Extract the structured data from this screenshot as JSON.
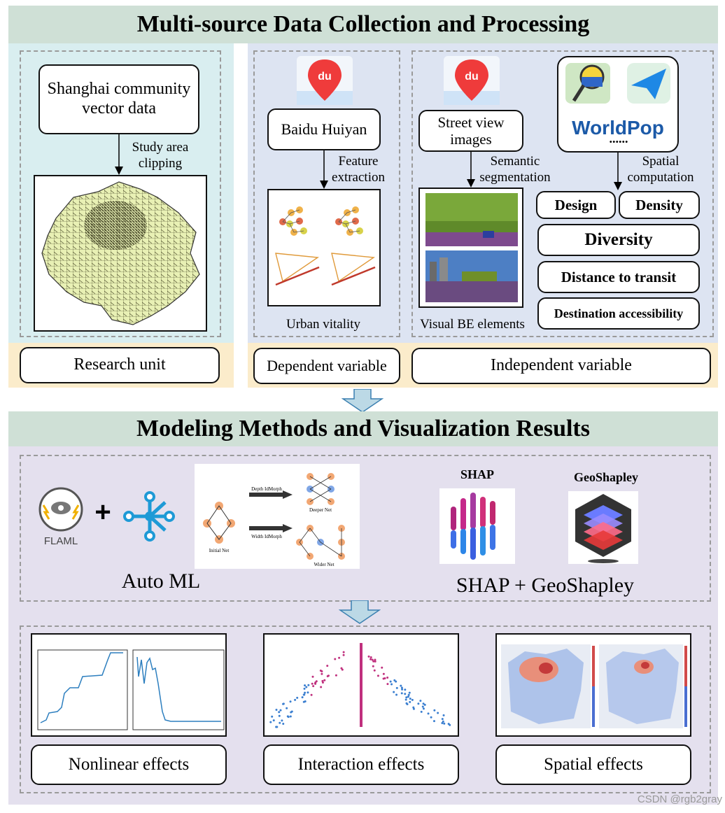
{
  "top": {
    "title": "Multi-source Data Collection and Processing",
    "shanghai_box": "Shanghai community vector data",
    "study_area": "Study area clipping",
    "research_unit": "Research unit",
    "baidu_icon_text": "du",
    "baidu_box": "Baidu Huiyan",
    "feature_extraction": "Feature extraction",
    "urban_vitality": "Urban vitality",
    "street_icon_text": "du",
    "street_box": "Street view images",
    "semantic_seg": "Semantic segmentation",
    "visual_be": "Visual BE elements",
    "worldpop_logo": "WorldPop",
    "worldpop_dots": "......",
    "spatial_comp": "Spatial computation",
    "design": "Design",
    "density": "Density",
    "diversity": "Diversity",
    "distance": "Distance to transit",
    "destination": "Destination accessibility",
    "dependent": "Dependent variable",
    "independent": "Independent variable"
  },
  "bottom": {
    "title": "Modeling Methods and Visualization Results",
    "flaml": "FLAML",
    "plus": "+",
    "automl": "Auto ML",
    "net_initial": "Initial Net",
    "net_depth": "Depth IdMorph",
    "net_width": "Width IdMorph",
    "net_deeper": "Deeper Net",
    "net_wider": "Wider Net",
    "shap_label": "SHAP",
    "geoshapley_label": "GeoShapley",
    "shap_geo": "SHAP + GeoShapley",
    "nonlinear": "Nonlinear effects",
    "interaction": "Interaction effects",
    "spatial": "Spatial effects"
  },
  "watermark": "CSDN @rgb2gray",
  "colors": {
    "title_band": "#cfe0d6",
    "left_panel": "#d9eef0",
    "right_panel": "#dde4f2",
    "bottom_panel": "#e4e0ee",
    "label_band": "#fbeccb",
    "arrow_fill": "#bcd9e6"
  }
}
